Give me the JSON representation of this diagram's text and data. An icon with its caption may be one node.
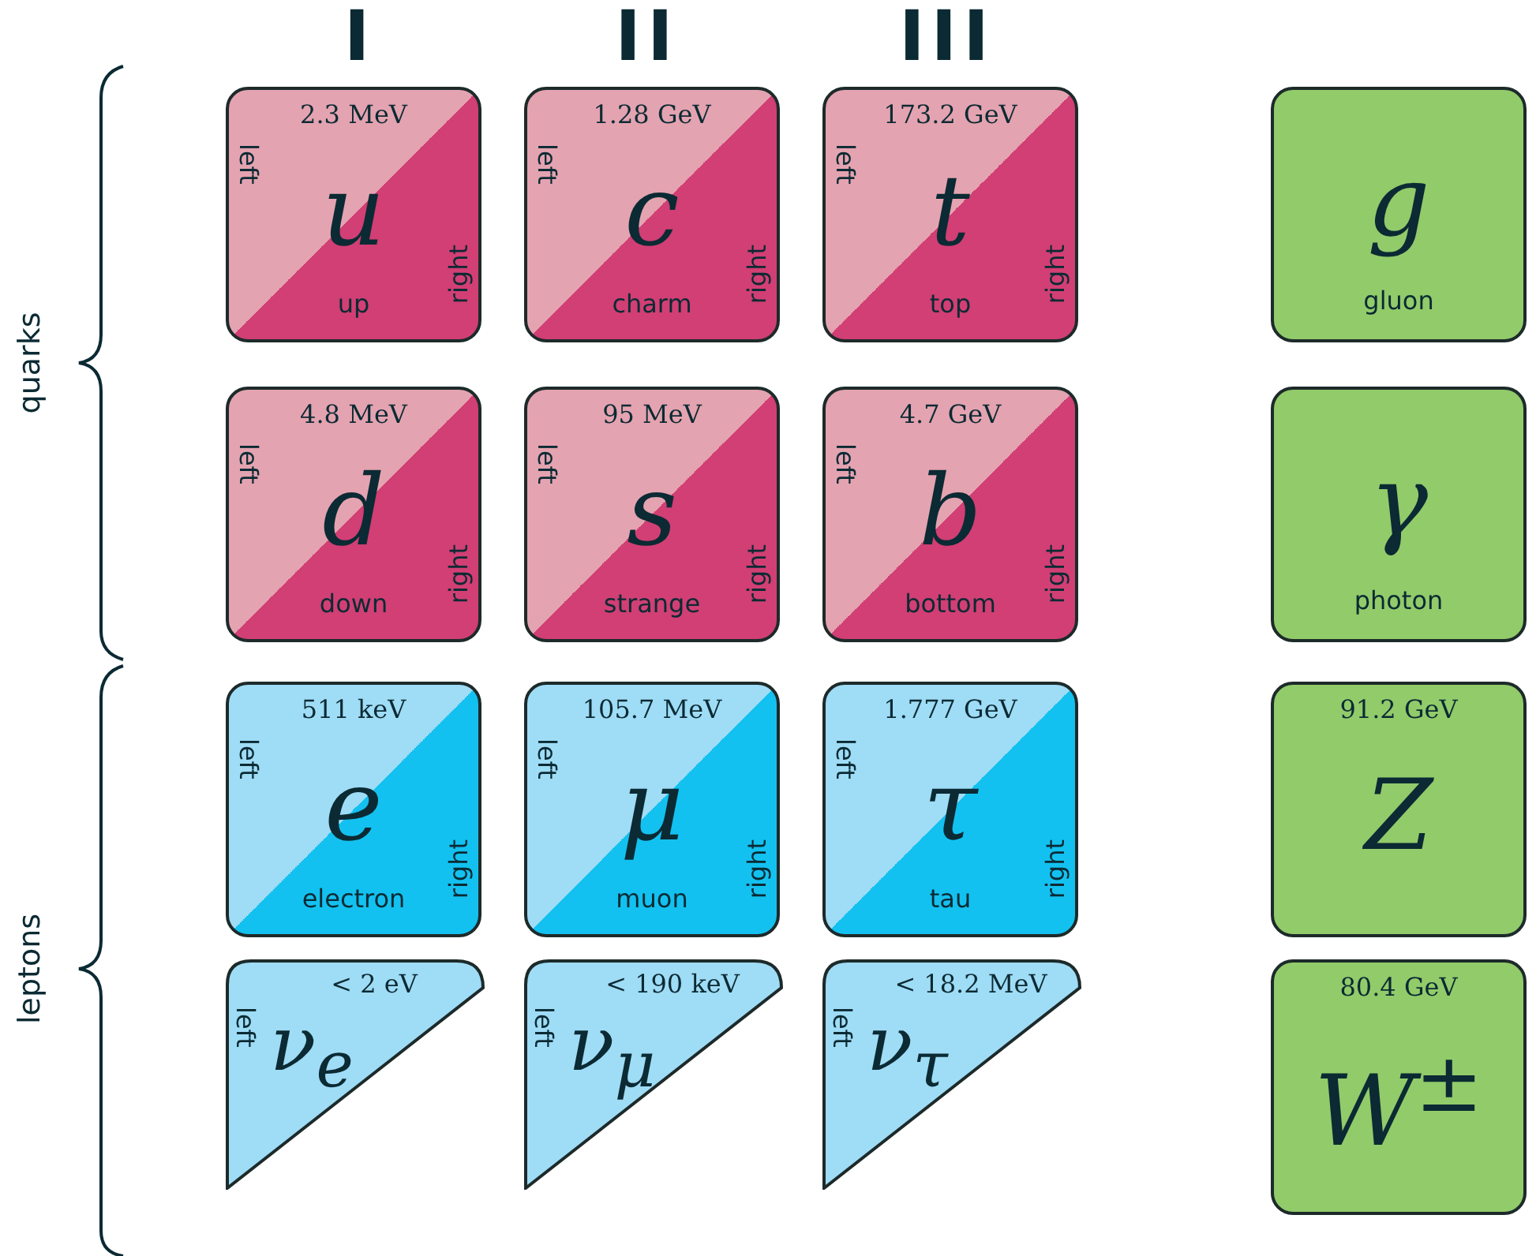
{
  "diagram": {
    "nodes": [
      {
        "text": [
          "2.3 MeV",
          "u",
          "up",
          "left",
          "right"
        ]
      },
      {
        "text": [
          "1.28 GeV",
          "c",
          "charm",
          "left",
          "right"
        ]
      },
      {
        "text": [
          "173.2 GeV",
          "t",
          "top",
          "left",
          "right"
        ]
      },
      {
        "text": [
          "g",
          "gluon"
        ]
      },
      {
        "text": [
          "4.8 MeV",
          "d",
          "down",
          "left",
          "right"
        ]
      },
      {
        "text": [
          "95 MeV",
          "s",
          "strange",
          "left",
          "right"
        ]
      },
      {
        "text": [
          "4.7 GeV",
          "b",
          "bottom",
          "left",
          "right"
        ]
      },
      {
        "text": [
          "γ",
          "photon"
        ]
      },
      {
        "text": [
          "511 keV",
          "e",
          "electron",
          "left",
          "right"
        ]
      },
      {
        "text": [
          "105.7 MeV",
          "μ",
          "muon",
          "left",
          "right"
        ]
      },
      {
        "text": [
          "1.777 GeV",
          "τ",
          "tau",
          "left",
          "right"
        ]
      },
      {
        "text": [
          "91.2 GeV",
          "Z"
        ]
      },
      {
        "text": [
          "< 2 eV",
          "ν$_{e}$",
          "left"
        ]
      },
      {
        "text": [
          "< 190 keV",
          "ν$_{μ}$",
          "left"
        ]
      },
      {
        "text": [
          "< 18.2 MeV",
          "ν$_{τ}$",
          "left"
        ]
      },
      {
        "text": [
          "80.4 GeV",
          "W$^{±}$"
        ]
      }
    ],
    "edges": [],
    "labels": [
      "I",
      "II",
      "III",
      "quarks",
      "leptons"
    ]
  }
}
